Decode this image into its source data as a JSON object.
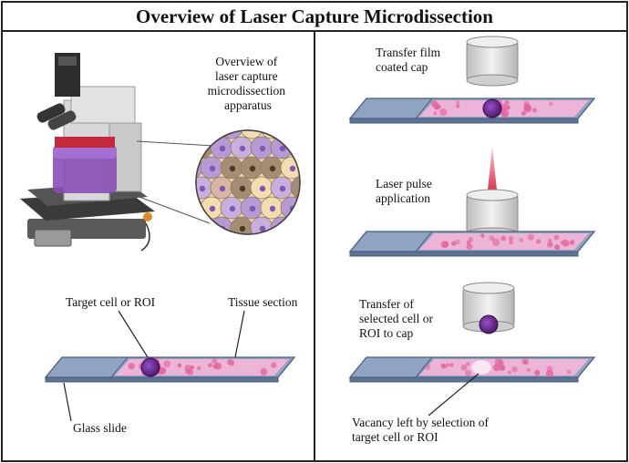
{
  "title": "Overview of Laser Capture Microdissection",
  "left_panel": {
    "apparatus_label": [
      "Overview of",
      "laser capture",
      "microdissection",
      "apparatus"
    ],
    "target_label": "Target cell or ROI",
    "tissue_label": "Tissue section",
    "glass_label": "Glass slide"
  },
  "right_panel": {
    "step1_label": [
      "Transfer film",
      "coated cap"
    ],
    "step2_label": [
      "Laser pulse",
      "application"
    ],
    "step3_label": [
      "Transfer of",
      "selected cell or",
      "ROI to cap"
    ],
    "step4_label": [
      "Vacancy left by selection of",
      "target cell or ROI"
    ]
  },
  "colors": {
    "glass": "#8fa3c2",
    "glass_edge": "#4a5d7a",
    "tissue": "#f1b6d9",
    "cell": "#e1669f",
    "target_cell": "#6a2d8f",
    "laser": "#d21a35",
    "cap": "#d6d6d6"
  }
}
